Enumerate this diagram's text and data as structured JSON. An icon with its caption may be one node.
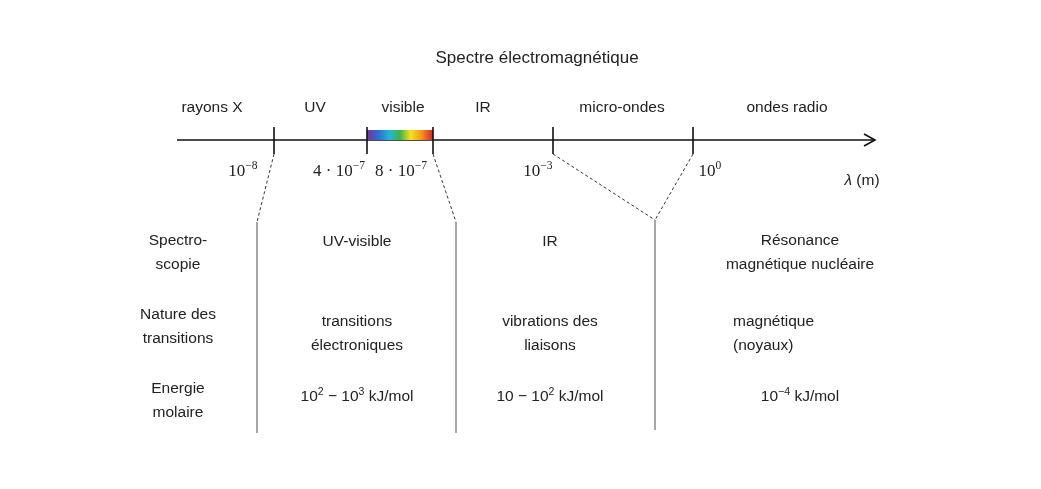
{
  "diagram": {
    "title": "Spectre électromagnétique",
    "labels": [
      "rayons X",
      "UV",
      "visible",
      "IR",
      "micro-ondes",
      "ondes radio",
      "10$^{−8}$",
      "4 · 10$^{−7}$",
      "8 · 10$^{−7}$",
      "10$^{−3}$",
      "10$^{0}$",
      "*λ* (m)",
      "Spectro- scopie",
      "UV-visible",
      "IR",
      "Résonance magnétique nucléaire",
      "Nature des transitions",
      "transitions électroniques",
      "vibrations des liaisons",
      "magnétique (noyaux)",
      "Energie molaire",
      "10$^{2}$ − 10$^{3}$ kJ/mol",
      "10 − 10$^{2}$ kJ/mol",
      "10$^{−4}$ kJ/mol"
    ]
  }
}
